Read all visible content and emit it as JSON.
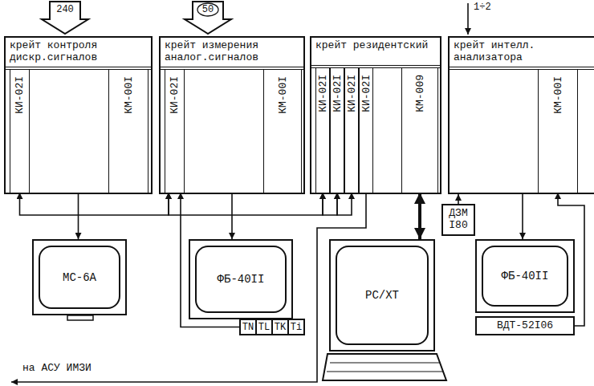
{
  "diagram": {
    "nodes": [
      {
        "text": [
          "крейт контроля дискр.сигналов"
        ]
      },
      {
        "text": [
          "КИ-02I"
        ],
        "in": 0
      },
      {
        "text": [
          "КМ-00I"
        ],
        "in": 0
      },
      {
        "text": [
          "крейт измерения аналог.сигналов"
        ]
      },
      {
        "text": [
          "КИ-02I"
        ],
        "in": 3
      },
      {
        "text": [
          "КМ-00I"
        ],
        "in": 3
      },
      {
        "text": [
          "крейт резидентский"
        ]
      },
      {
        "text": [
          "КИ-02I"
        ],
        "in": 6
      },
      {
        "text": [
          "КИ-02I"
        ],
        "in": 6
      },
      {
        "text": [
          "КИ-02I"
        ],
        "in": 6
      },
      {
        "text": [
          "КИ-02I"
        ],
        "in": 6
      },
      {
        "text": [
          "КМ-009"
        ],
        "in": 6
      },
      {
        "text": [
          "крейт интелл. анализатора"
        ]
      },
      {
        "text": [
          "КМ-00I"
        ],
        "in": 12
      },
      {
        "text": [
          "ДЗМ I80"
        ]
      },
      {
        "text": [
          "МС-6А"
        ]
      },
      {
        "text": [
          "ФБ-40II"
        ]
      },
      {
        "text": [
          "TN"
        ]
      },
      {
        "text": [
          "TL"
        ]
      },
      {
        "text": [
          "TK"
        ]
      },
      {
        "text": [
          "Ti"
        ]
      },
      {
        "text": [
          "PC/XT"
        ]
      },
      {
        "text": [
          "ФБ-40II"
        ]
      },
      {
        "text": [
          "ВДТ-52I06"
        ]
      }
    ],
    "edges": [
      {
        "from": 1,
        "to": 4,
        "arrow": "both"
      },
      {
        "from": 4,
        "to": 7,
        "arrow": "both"
      },
      {
        "from": 7,
        "to": 8,
        "arrow": "both"
      },
      {
        "from": 8,
        "to": 9,
        "arrow": "both"
      },
      {
        "from": 0,
        "to": 15,
        "arrow": "to"
      },
      {
        "from": 3,
        "to": 16,
        "arrow": "to"
      },
      {
        "from": 17,
        "to": 4,
        "arrow": "to"
      },
      {
        "from": 11,
        "to": 21,
        "arrow": "both"
      },
      {
        "from": 12,
        "to": 22,
        "arrow": "to"
      },
      {
        "from": 14,
        "to": 12,
        "arrow": "to"
      },
      {
        "from": 23,
        "to": 13,
        "arrow": "to"
      }
    ],
    "labels": [
      "240",
      "50",
      "1÷2",
      "на АСУ ИМЗИ"
    ]
  }
}
